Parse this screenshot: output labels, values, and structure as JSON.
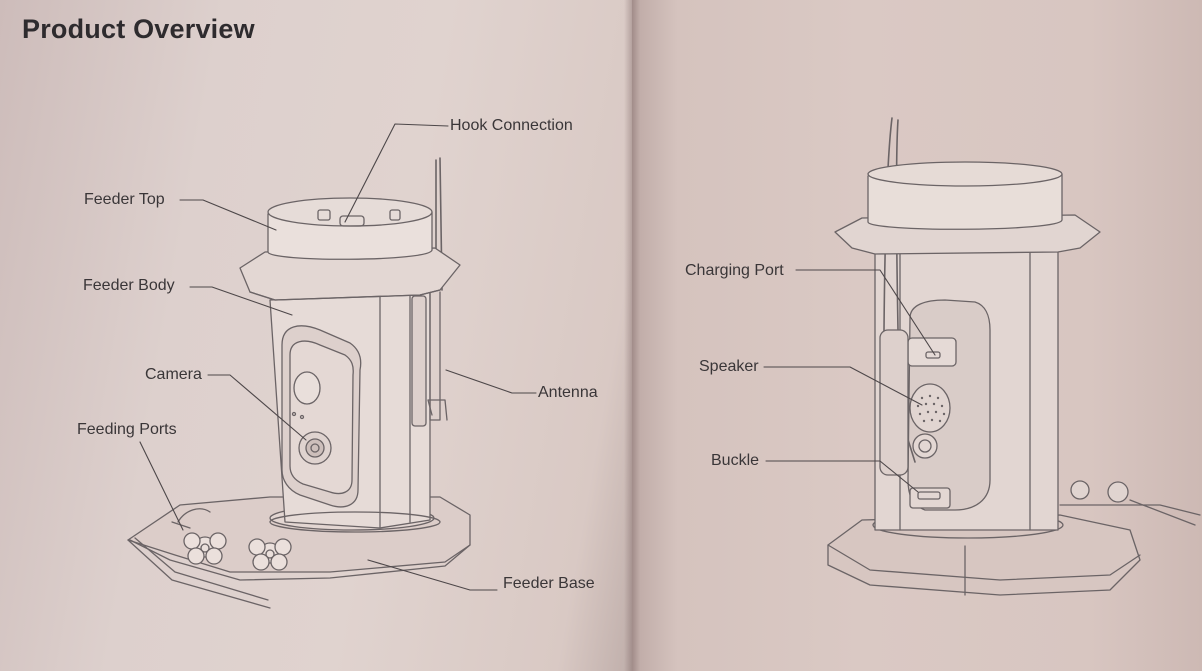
{
  "page_title": "Product Overview",
  "labels": {
    "hook_connection": "Hook Connection",
    "feeder_top": "Feeder Top",
    "feeder_body": "Feeder Body",
    "camera": "Camera",
    "feeding_ports": "Feeding Ports",
    "antenna": "Antenna",
    "feeder_base": "Feeder Base",
    "charging_port": "Charging Port",
    "speaker": "Speaker",
    "buckle": "Buckle"
  }
}
